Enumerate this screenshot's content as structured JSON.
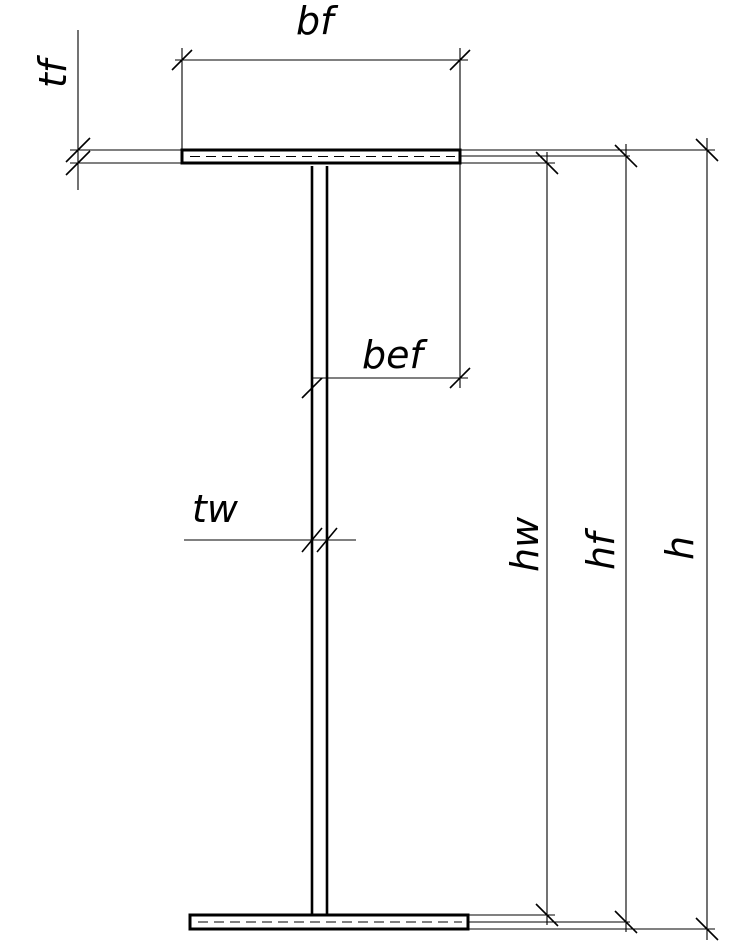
{
  "labels": {
    "bf": "bf",
    "tf": "tf",
    "bef": "bef",
    "tw": "tw",
    "hw": "hw",
    "hf": "hf",
    "h": "h"
  }
}
